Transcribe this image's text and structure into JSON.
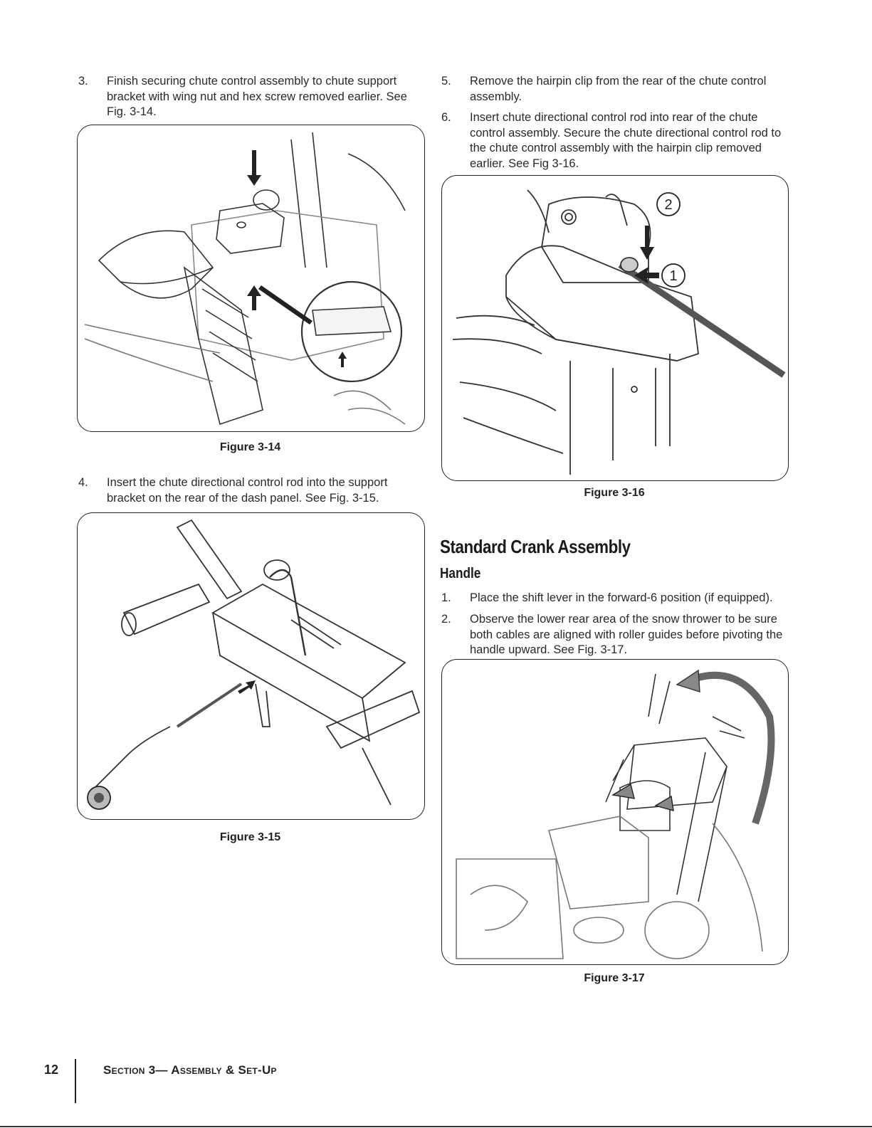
{
  "steps": [
    {
      "num": "3.",
      "text": "Finish securing chute control assembly to chute support bracket with wing nut and hex screw removed earlier. See Fig. 3-14."
    },
    {
      "num": "4.",
      "text": "Insert the chute directional control rod into the support bracket on the rear of the dash panel. See Fig. 3-15."
    },
    {
      "num": "5.",
      "text": "Remove the hairpin clip from the rear of the chute control assembly."
    },
    {
      "num": "6.",
      "text": "Insert chute directional control rod into rear of the chute control assembly. Secure the chute directional control rod to the chute control assembly with the hairpin clip removed earlier. See Fig 3-16."
    },
    {
      "num": "1.",
      "text": "Place the shift lever in the forward-6 position (if equipped)."
    },
    {
      "num": "2.",
      "text": "Observe the lower rear area of the snow thrower to be sure both cables are aligned with roller guides before pivoting the handle upward. See Fig. 3-17."
    }
  ],
  "figures": {
    "fig14": "Figure 3-14",
    "fig15": "Figure 3-15",
    "fig16": "Figure 3-16",
    "fig17": "Figure 3-17"
  },
  "callouts": {
    "one": "1",
    "two": "2"
  },
  "headings": {
    "section": "Standard Crank Assembly",
    "sub": "Handle"
  },
  "footer": {
    "page": "12",
    "section": "Section 3— Assembly & Set-Up"
  }
}
